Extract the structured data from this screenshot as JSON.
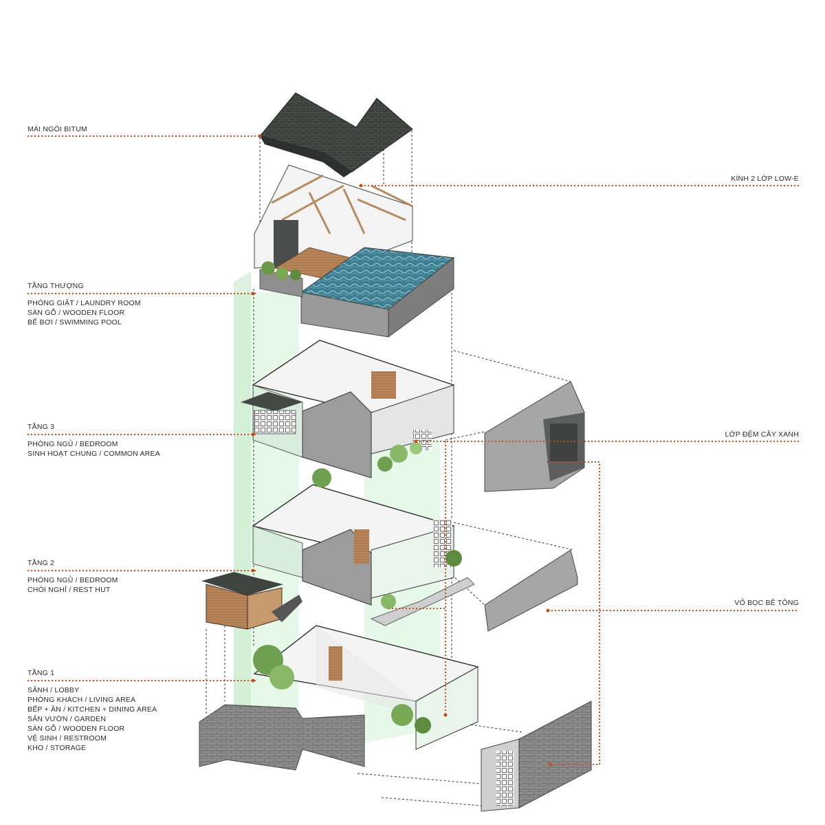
{
  "accent_color": "#c0501f",
  "left_labels": [
    {
      "id": "roof",
      "title": "MÁI NGÓI BITUM",
      "items": []
    },
    {
      "id": "rooftop",
      "title": "TẦNG THƯỢNG",
      "items": [
        "PHÒNG GIẶT / LAUNDRY ROOM",
        "SÀN GỖ / WOODEN FLOOR",
        "BỂ BƠI / SWIMMING POOL"
      ]
    },
    {
      "id": "floor3",
      "title": "TẦNG 3",
      "items": [
        "PHÒNG NGỦ / BEDROOM",
        "SINH HOẠT CHUNG / COMMON AREA"
      ]
    },
    {
      "id": "floor2",
      "title": "TẦNG 2",
      "items": [
        "PHÒNG NGỦ / BEDROOM",
        "CHÒI NGHỈ / REST HUT"
      ]
    },
    {
      "id": "floor1",
      "title": "TẦNG 1",
      "items": [
        "SẢNH / LOBBY",
        "PHÒNG KHÁCH / LIVING AREA",
        "BẾP + ĂN / KITCHEN + DINING AREA",
        "SÂN VƯỜN / GARDEN",
        "SÀN GỖ / WOODEN FLOOR",
        "VỆ SINH / RESTROOM",
        "KHO / STORAGE"
      ]
    }
  ],
  "right_labels": [
    {
      "id": "glass",
      "title": "KÍNH 2 LỚP LOW-E"
    },
    {
      "id": "green",
      "title": "LỚP ĐỆM CÂY XANH"
    },
    {
      "id": "concrete",
      "title": "VỎ BỌC BÊ TÔNG"
    }
  ]
}
